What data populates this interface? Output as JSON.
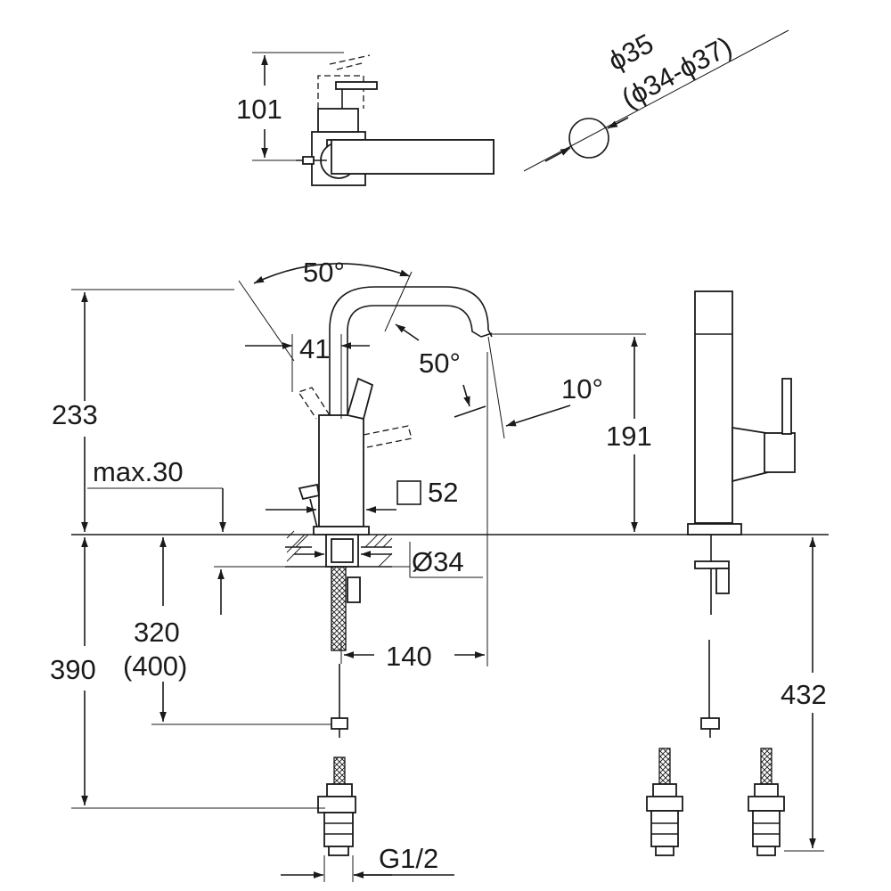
{
  "labels": {
    "h101": "101",
    "dia_top": "ϕ35",
    "dia_range": "(ϕ34-ϕ37)",
    "angle_50_a": "50°",
    "angle_50_b": "50°",
    "d41": "41",
    "h233": "233",
    "angle_10": "10°",
    "h191": "191",
    "max30": "max.30",
    "sq52": "52",
    "dia34": "Ø34",
    "h320": "320",
    "h400": "(400)",
    "h390": "390",
    "d140": "140",
    "h432": "432",
    "g12": "G1/2"
  },
  "colors": {
    "line": "#1a1a1a",
    "background": "#ffffff"
  }
}
